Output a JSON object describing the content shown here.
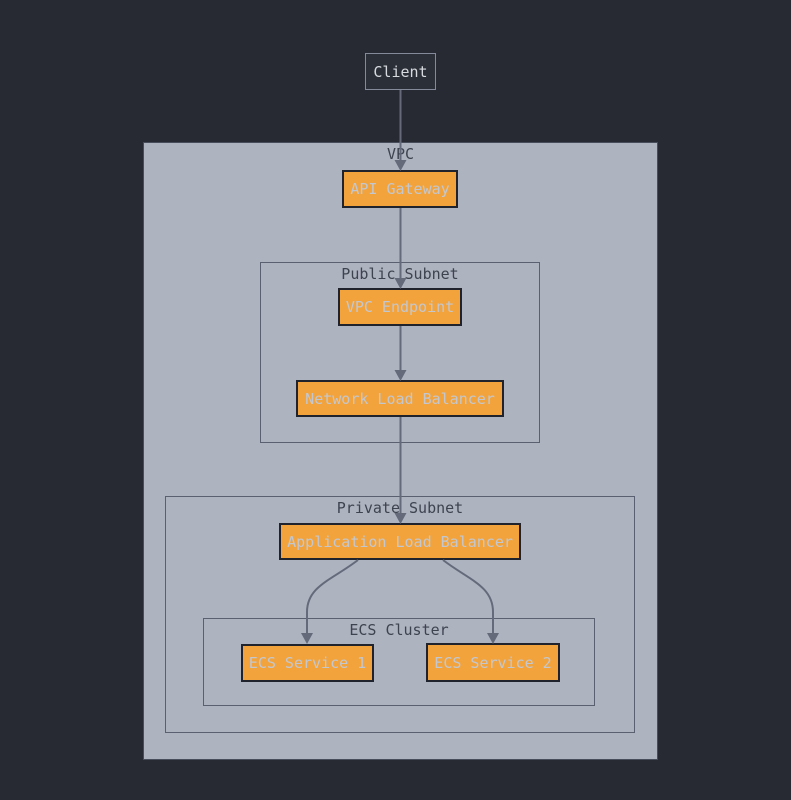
{
  "diagram_title": "",
  "nodes": {
    "client": "Client",
    "api_gateway": "API Gateway",
    "vpc_endpoint": "VPC Endpoint",
    "nlb": "Network Load Balancer",
    "alb": "Application Load Balancer",
    "ecs_service_1": "ECS Service 1",
    "ecs_service_2": "ECS Service 2"
  },
  "containers": {
    "vpc": "VPC",
    "public_subnet": "Public Subnet",
    "private_subnet": "Private Subnet",
    "ecs_cluster": "ECS Cluster"
  },
  "edges": [
    {
      "from": "client",
      "to": "api_gateway"
    },
    {
      "from": "api_gateway",
      "to": "vpc_endpoint"
    },
    {
      "from": "vpc_endpoint",
      "to": "nlb"
    },
    {
      "from": "nlb",
      "to": "alb"
    },
    {
      "from": "alb",
      "to": "ecs_service_1"
    },
    {
      "from": "alb",
      "to": "ecs_service_2"
    }
  ],
  "colors": {
    "background": "#272a32",
    "panel_fill": "#aeb3c0",
    "node_fill": "#f2a33c",
    "node_border": "#20232c",
    "node_text": "#c3c7cf",
    "container_border": "#5a6070",
    "container_label": "#3e4350",
    "client_fill": "#2b2f38",
    "client_border": "#848a99",
    "client_text": "#d7dade",
    "edge": "#646a7a"
  }
}
